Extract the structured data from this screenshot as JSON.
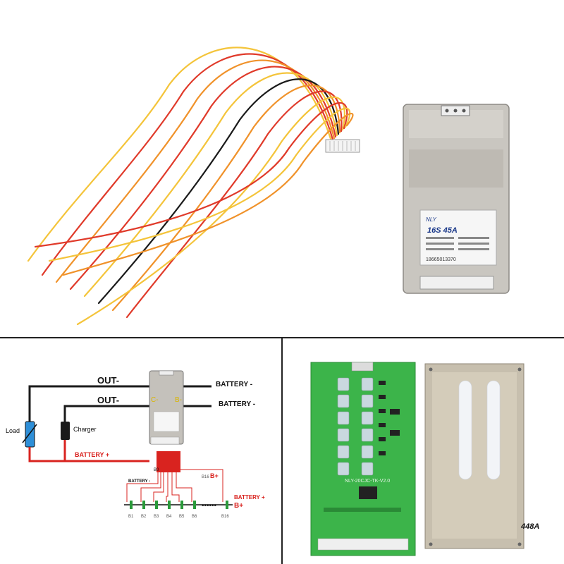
{
  "top": {
    "label_brand": "NLY",
    "label_spec": "16S 45A",
    "label_phone": "18665013370"
  },
  "wiring": {
    "out_top": "OUT-",
    "out_bottom": "OUT-",
    "battery_minus_top": "BATTERY -",
    "battery_minus_bottom": "BATTERY -",
    "c_minus": "C-",
    "b_minus": "B-",
    "load": "Load",
    "charger": "Charger",
    "battery_plus_left": "BATTERY +",
    "battery_minus_small": "BATTERY -",
    "b16_label": "B16",
    "b_plus": "B+",
    "battery_plus_right": "BATTERY +",
    "b_plus_right": "B+",
    "b0": "B0",
    "cells": [
      "B1",
      "B2",
      "B3",
      "B4",
      "B5",
      "B6"
    ],
    "b16_bottom": "B16"
  },
  "board": {
    "board_text": "NLY-20CJC-TK-V2.0",
    "model_tag": "448A"
  },
  "colors": {
    "wire_red": "#e03a2a",
    "wire_orange": "#f0922a",
    "wire_yellow": "#f4c43a",
    "wire_black": "#1a1a1a",
    "pcb_green": "#3cb44a",
    "battery_red": "#d9231f"
  }
}
